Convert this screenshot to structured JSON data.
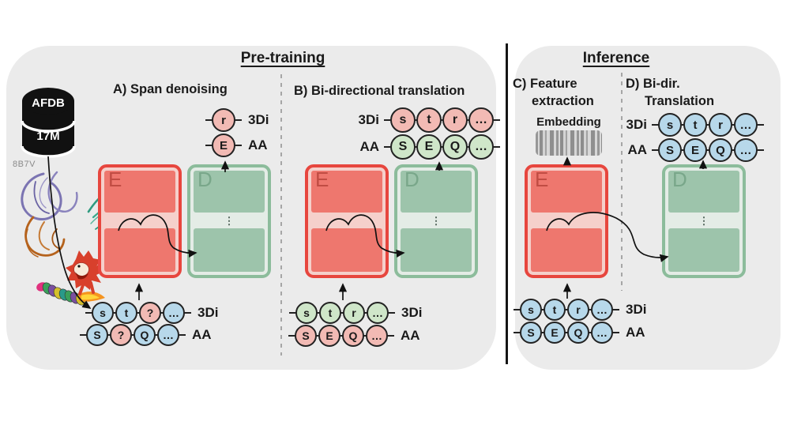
{
  "colors": {
    "pink": "#f2bab4",
    "green": "#cfe6c9",
    "blue": "#b7d8ea"
  },
  "blocks": {
    "encoder_letter": "E",
    "decoder_letter": "D",
    "decoder_dots": "⋮"
  },
  "database": {
    "name": "AFDB",
    "size": "17M"
  },
  "protein": {
    "pdb_id": "8B7V"
  },
  "pretraining": {
    "title": "Pre-training",
    "section_a": {
      "heading": "A) Span denoising",
      "outputs": [
        {
          "label": "3Di",
          "tokens": [
            {
              "ch": "r",
              "color": "pink"
            }
          ]
        },
        {
          "label": "AA",
          "tokens": [
            {
              "ch": "E",
              "color": "pink"
            }
          ]
        }
      ],
      "inputs": [
        {
          "label": "3Di",
          "tokens": [
            {
              "ch": "s",
              "color": "blue"
            },
            {
              "ch": "t",
              "color": "blue"
            },
            {
              "ch": "?",
              "color": "pink"
            },
            {
              "ch": "…",
              "color": "blue"
            }
          ]
        },
        {
          "label": "AA",
          "tokens": [
            {
              "ch": "S",
              "color": "blue"
            },
            {
              "ch": "?",
              "color": "pink"
            },
            {
              "ch": "Q",
              "color": "blue"
            },
            {
              "ch": "…",
              "color": "blue"
            }
          ]
        }
      ]
    },
    "section_b": {
      "heading": "B) Bi-directional translation",
      "outputs": [
        {
          "label": "3Di",
          "tokens": [
            {
              "ch": "s",
              "color": "pink"
            },
            {
              "ch": "t",
              "color": "pink"
            },
            {
              "ch": "r",
              "color": "pink"
            },
            {
              "ch": "…",
              "color": "pink"
            }
          ]
        },
        {
          "label": "AA",
          "tokens": [
            {
              "ch": "S",
              "color": "green"
            },
            {
              "ch": "E",
              "color": "green"
            },
            {
              "ch": "Q",
              "color": "green"
            },
            {
              "ch": "…",
              "color": "green"
            }
          ]
        }
      ],
      "inputs": [
        {
          "label": "3Di",
          "tokens": [
            {
              "ch": "s",
              "color": "green"
            },
            {
              "ch": "t",
              "color": "green"
            },
            {
              "ch": "r",
              "color": "green"
            },
            {
              "ch": "…",
              "color": "green"
            }
          ]
        },
        {
          "label": "AA",
          "tokens": [
            {
              "ch": "S",
              "color": "pink"
            },
            {
              "ch": "E",
              "color": "pink"
            },
            {
              "ch": "Q",
              "color": "pink"
            },
            {
              "ch": "…",
              "color": "pink"
            }
          ]
        }
      ]
    }
  },
  "inference": {
    "title": "Inference",
    "section_c": {
      "heading": "C) Feature\nextraction",
      "embedding_label": "Embedding"
    },
    "section_d": {
      "heading": "D) Bi-dir.\nTranslation",
      "outputs": [
        {
          "label": "3Di",
          "tokens": [
            {
              "ch": "s",
              "color": "blue"
            },
            {
              "ch": "t",
              "color": "blue"
            },
            {
              "ch": "r",
              "color": "blue"
            },
            {
              "ch": "…",
              "color": "blue"
            }
          ]
        },
        {
          "label": "AA",
          "tokens": [
            {
              "ch": "S",
              "color": "blue"
            },
            {
              "ch": "E",
              "color": "blue"
            },
            {
              "ch": "Q",
              "color": "blue"
            },
            {
              "ch": "…",
              "color": "blue"
            }
          ]
        }
      ]
    },
    "inputs": [
      {
        "label": "3Di",
        "tokens": [
          {
            "ch": "s",
            "color": "blue"
          },
          {
            "ch": "t",
            "color": "blue"
          },
          {
            "ch": "r",
            "color": "blue"
          },
          {
            "ch": "…",
            "color": "blue"
          }
        ]
      },
      {
        "label": "AA",
        "tokens": [
          {
            "ch": "S",
            "color": "blue"
          },
          {
            "ch": "E",
            "color": "blue"
          },
          {
            "ch": "Q",
            "color": "blue"
          },
          {
            "ch": "…",
            "color": "blue"
          }
        ]
      }
    ]
  }
}
